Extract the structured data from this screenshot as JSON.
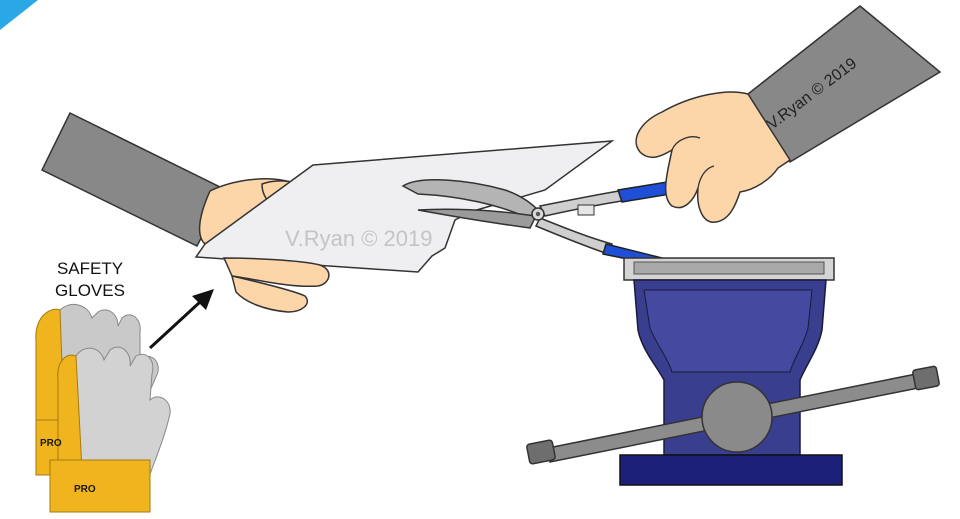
{
  "watermark": {
    "paper_text": "V.Ryan © 2019",
    "sleeve_text": "V.Ryan © 2019"
  },
  "gloves_label": {
    "line1": "SAFETY",
    "line2": "GLOVES"
  },
  "colors": {
    "sleeve": "#888888",
    "skin": "#fcd5a8",
    "sheet_metal": "#efeff1",
    "vice_blue": "#3a3e8e",
    "vice_dark": "#1d2078",
    "handle_blue": "#1f4fd6",
    "glove_yellow": "#f0b41e",
    "glove_leather": "#c9c9c9",
    "corner_accent": "#2aa8e6"
  },
  "icons": [
    "arrow-icon",
    "safety-gloves-icon",
    "tin-snips-icon",
    "bench-vice-icon"
  ]
}
